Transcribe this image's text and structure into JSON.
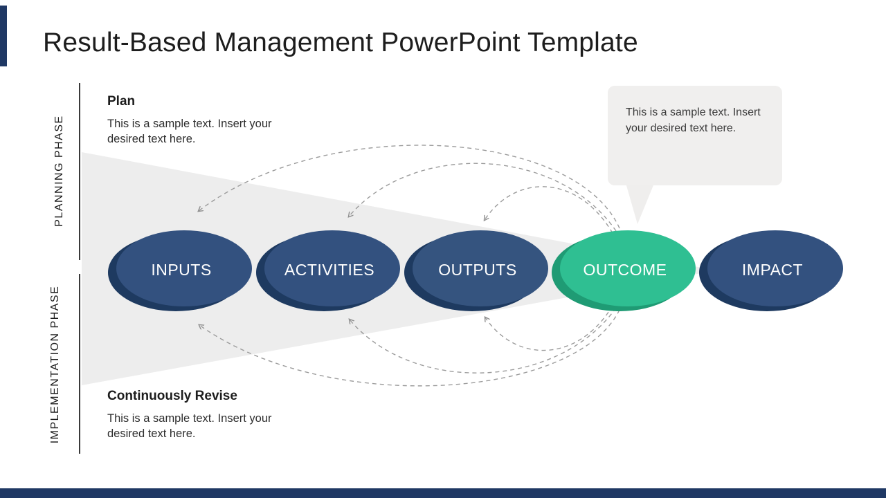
{
  "title": "Result-Based Management PowerPoint Template",
  "phases": {
    "planning": "PLANNING PHASE",
    "implementation": "IMPLEMENTATION PHASE"
  },
  "sections": {
    "plan": {
      "heading": "Plan",
      "body": "This is a sample text. Insert your desired text here."
    },
    "revise": {
      "heading": "Continuously Revise",
      "body": "This is a sample text. Insert your desired text here."
    }
  },
  "callout": {
    "text": "This is a sample text. Insert your desired text here."
  },
  "stages": [
    {
      "label": "INPUTS",
      "fill": "#33517f",
      "shadow": "#1e3a60"
    },
    {
      "label": "ACTIVITIES",
      "fill": "#33517f",
      "shadow": "#1e3a60"
    },
    {
      "label": "OUTPUTS",
      "fill": "#35547f",
      "shadow": "#1e3a60"
    },
    {
      "label": "OUTCOME",
      "fill": "#2fbf92",
      "shadow": "#1f9b74"
    },
    {
      "label": "IMPACT",
      "fill": "#33517f",
      "shadow": "#1e3a60"
    }
  ],
  "colors": {
    "accent_bar": "#1f3864",
    "footer_bar": "#1f3864",
    "wedge": "#ededed",
    "callout_bg": "#f0efee",
    "callout_tail": "#efeeed",
    "arc": "#9b9b9b"
  }
}
